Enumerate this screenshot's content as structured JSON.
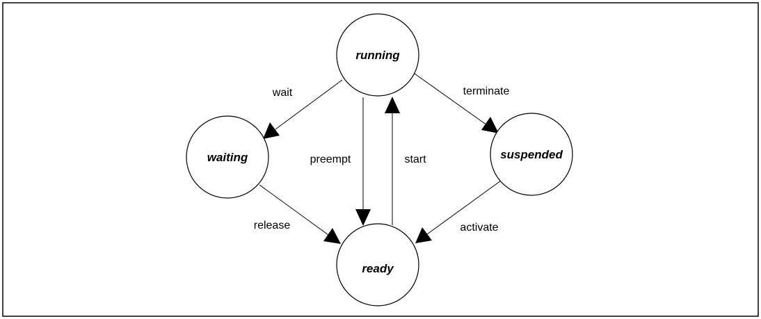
{
  "states": {
    "running": "running",
    "waiting": "waiting",
    "suspended": "suspended",
    "ready": "ready"
  },
  "transitions": {
    "wait": "wait",
    "terminate": "terminate",
    "preempt": "preempt",
    "start": "start",
    "release": "release",
    "activate": "activate"
  }
}
